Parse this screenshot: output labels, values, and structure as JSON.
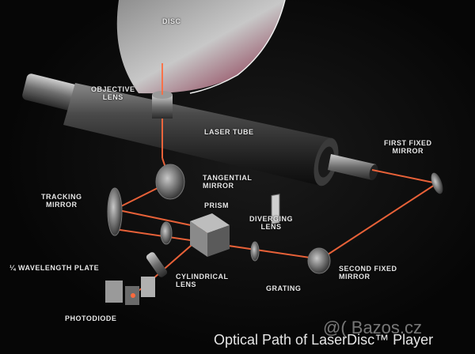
{
  "labels": {
    "disc": "DISC",
    "objective_lens": "OBJECTIVE\nLENS",
    "laser_tube": "LASER TUBE",
    "first_fixed_mirror": "FIRST FIXED\nMIRROR",
    "tangential_mirror": "TANGENTIAL\nMIRROR",
    "tracking_mirror": "TRACKING\nMIRROR",
    "prism": "PRISM",
    "diverging_lens": "DIVERGING\nLENS",
    "second_fixed_mirror": "SECOND FIXED\nMIRROR",
    "quarter_wavelength_plate": "¼ WAVELENGTH PLATE",
    "cylindrical_lens": "CYLINDRICAL\nLENS",
    "grating": "GRATING",
    "photodiode": "PHOTODIODE"
  },
  "caption": "Optical Path of LaserDisc™ Player",
  "watermark": "@( Bazos.cz",
  "colors": {
    "background": "#0a0a0a",
    "laser_beam": "#ff6a3d",
    "label_text": "#e8e8e8"
  }
}
